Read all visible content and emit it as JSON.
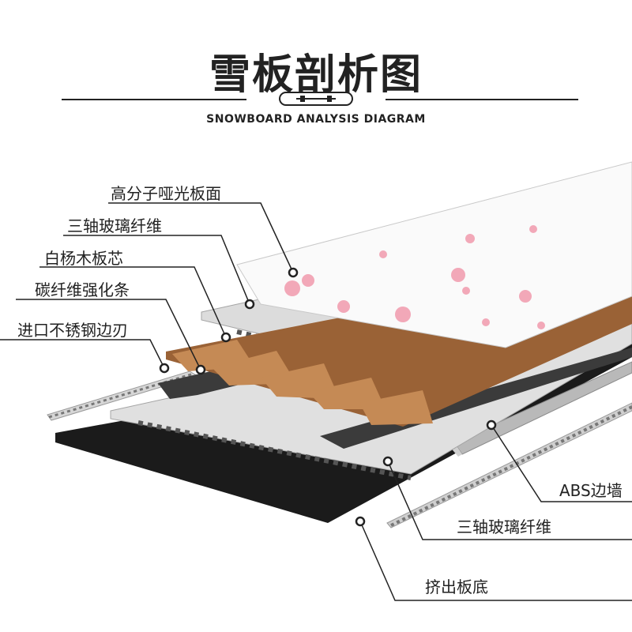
{
  "title": "雪板剖析图",
  "subtitle": "SNOWBOARD ANALYSIS DIAGRAM",
  "labels": {
    "top_sheet": "高分子哑光板面",
    "triax_top": "三轴玻璃纤维",
    "wood_core": "白杨木板芯",
    "carbon_stringer": "碳纤维强化条",
    "steel_edge": "进口不锈钢边刃",
    "abs_sidewall": "ABS边墙",
    "triax_bottom": "三轴玻璃纤维",
    "base": "挤出板底"
  },
  "colors": {
    "text": "#222222",
    "wood": "#a0673a",
    "carbon": "#3a3a3a",
    "fiberglass": "#d9d9d9",
    "base": "#1a1a1a",
    "blossom": "#f2a8b8"
  }
}
